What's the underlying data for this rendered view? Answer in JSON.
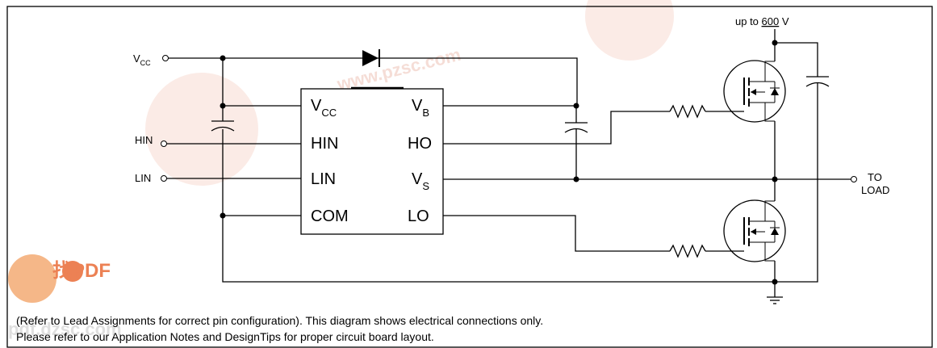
{
  "signals": {
    "vcc_main": "V",
    "vcc_sub": "CC",
    "hin": "HIN",
    "lin": "LIN",
    "to": "TO",
    "load": "LOAD",
    "supply_prefix": "up to ",
    "supply_value": "600",
    "supply_unit": " V"
  },
  "ic": {
    "left_pins": [
      {
        "main": "V",
        "sub": "CC"
      },
      {
        "main": "HIN",
        "sub": ""
      },
      {
        "main": "LIN",
        "sub": ""
      },
      {
        "main": "COM",
        "sub": ""
      }
    ],
    "right_pins": [
      {
        "main": "V",
        "sub": "B"
      },
      {
        "main": "HO",
        "sub": ""
      },
      {
        "main": "V",
        "sub": "S"
      },
      {
        "main": "LO",
        "sub": ""
      }
    ]
  },
  "notes": {
    "line1": "(Refer to Lead Assignments for correct pin configuration). This diagram shows electrical connections only.",
    "line2": "Please refer to our Application Notes and DesignTips for proper circuit board layout."
  },
  "watermark": {
    "site": "www.pzsc.com",
    "badge_top": "找PDF",
    "badge_domain": "pdf.dzsc.com"
  },
  "colors": {
    "watermark": "#f2c0b4",
    "badge": "#e8622a"
  }
}
